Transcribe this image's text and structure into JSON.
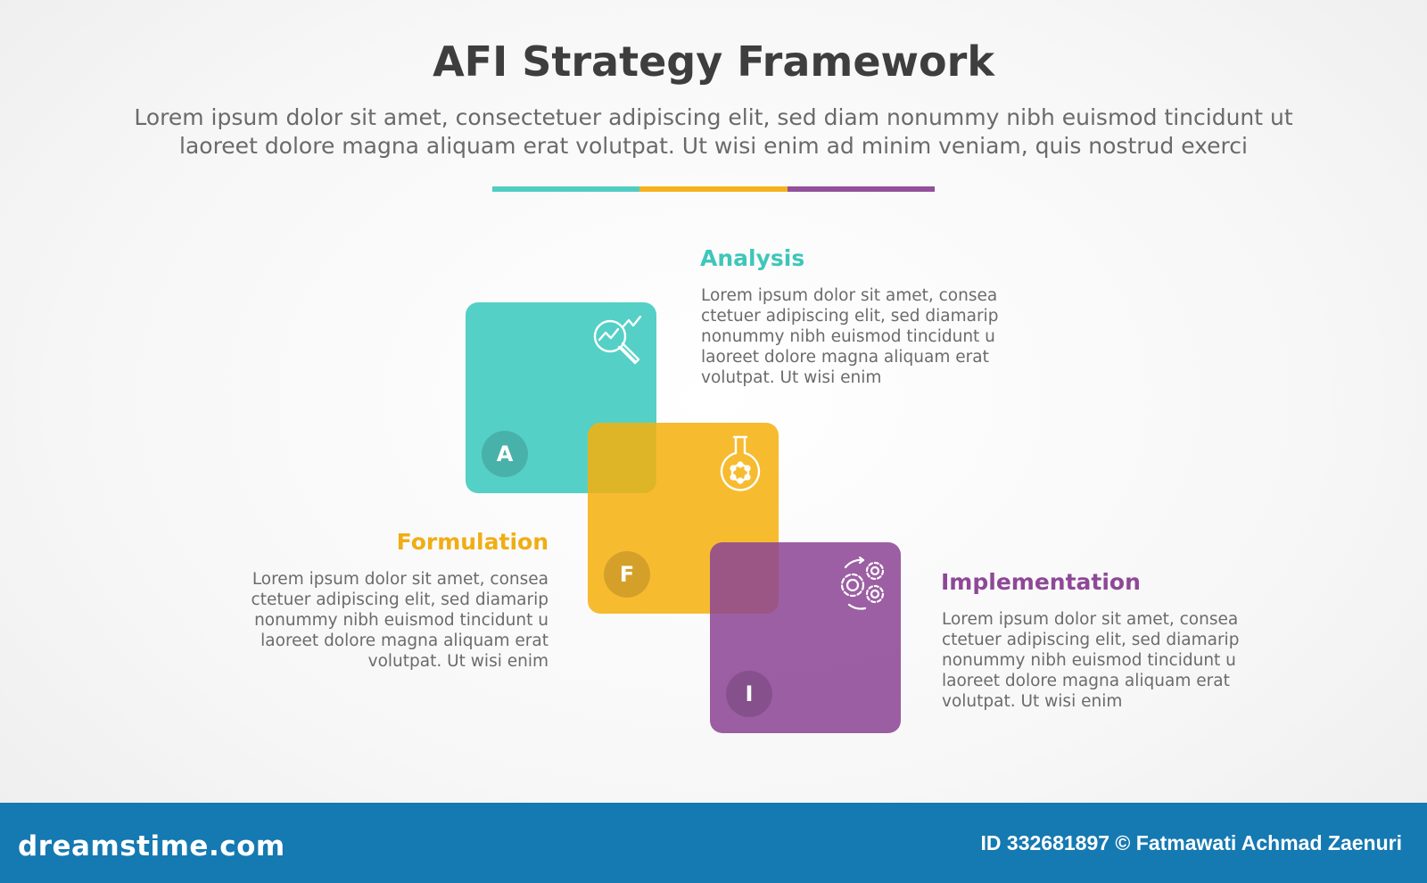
{
  "header": {
    "title": "AFI Strategy Framework",
    "subtitle_line1": "Lorem ipsum dolor sit amet, consectetuer adipiscing elit, sed diam nonummy nibh euismod tincidunt ut",
    "subtitle_line2": "laoreet dolore magna aliquam erat volutpat. Ut wisi enim ad minim veniam, quis nostrud exerci"
  },
  "colors": {
    "analysis": "#4fcdc3",
    "formulation": "#f5b21d",
    "implementation": "#93509a"
  },
  "steps": [
    {
      "letter": "A",
      "title": "Analysis",
      "icon": "magnifier-chart-icon",
      "desc": [
        "Lorem ipsum dolor sit amet, consea",
        "ctetuer adipiscing elit, sed diamarip",
        "nonummy nibh euismod tincidunt u",
        "laoreet dolore magna aliquam erat",
        "volutpat. Ut wisi enim"
      ]
    },
    {
      "letter": "F",
      "title": "Formulation",
      "icon": "flask-icon",
      "desc": [
        "Lorem ipsum dolor sit amet, consea",
        "ctetuer adipiscing elit, sed diamarip",
        "nonummy nibh euismod tincidunt u",
        "laoreet dolore magna aliquam erat",
        "volutpat. Ut wisi enim"
      ]
    },
    {
      "letter": "I",
      "title": "Implementation",
      "icon": "gears-icon",
      "desc": [
        "Lorem ipsum dolor sit amet, consea",
        "ctetuer adipiscing elit, sed diamarip",
        "nonummy nibh euismod tincidunt u",
        "laoreet dolore magna aliquam erat",
        "volutpat. Ut wisi enim"
      ]
    }
  ],
  "footer": {
    "logo": "dreamstime.com",
    "credit": "ID 332681897 © Fatmawati  Achmad Zaenuri"
  }
}
